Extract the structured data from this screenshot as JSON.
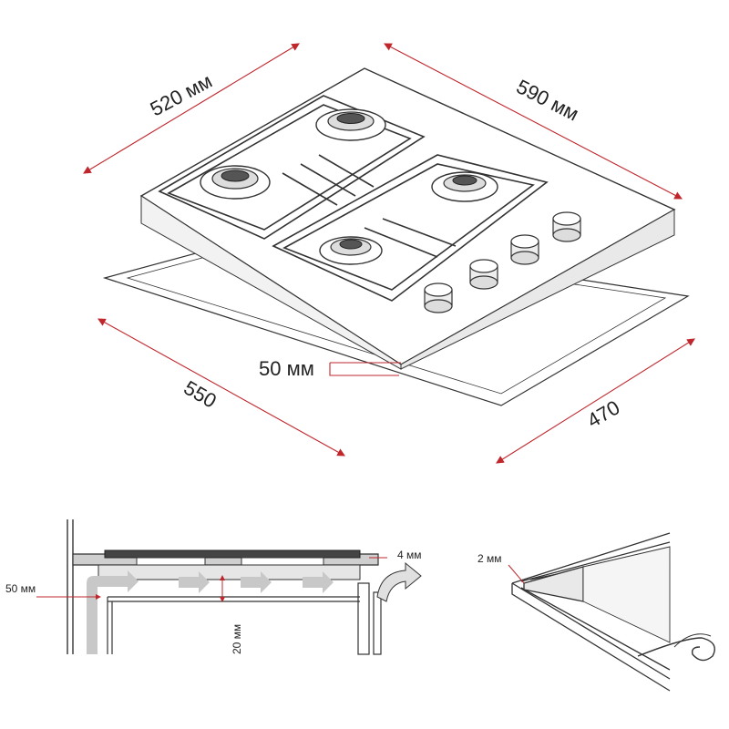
{
  "dimensions": {
    "hob_width": "520 мм",
    "hob_depth": "590 мм",
    "edge_distance": "50 мм",
    "cutout_width": "550",
    "cutout_depth": "470"
  },
  "section_view": {
    "side_clearance": "50 мм",
    "gap": "4 мм",
    "air_gap": "20 мм"
  },
  "seal_detail": {
    "seal_thickness": "2 мм"
  },
  "colors": {
    "dimension_line": "#c0272d",
    "outline": "#333333",
    "airflow_arrow": "#c8c8c8"
  }
}
